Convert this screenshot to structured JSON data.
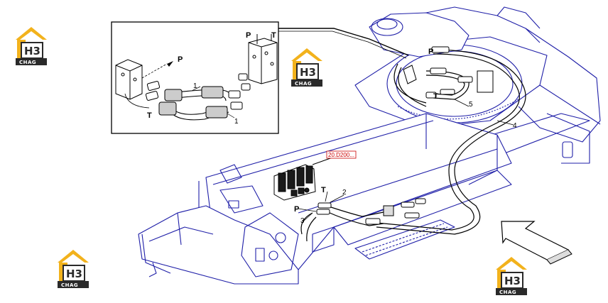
{
  "watermark": {
    "top": "H3",
    "bottom": "CHAG"
  },
  "colors": {
    "machine": "#1f1fa8",
    "hose": "#000000",
    "ref_box": "#cc0000",
    "logo_yellow": "#f2b21c",
    "logo_dark": "#2a2a2a"
  },
  "inset": {
    "labels": {
      "p_top": "P",
      "t_top": "T",
      "p_left": "P",
      "t_left": "T",
      "part1_a": "1",
      "part1_b": "1"
    }
  },
  "main": {
    "labels": {
      "p_upper": "P",
      "t_upper": "T",
      "part5": "5",
      "part4": "4",
      "t_lower": "T",
      "part2": "2",
      "p_lower": "P",
      "part3": "3"
    },
    "reference": "20.D200..."
  },
  "icons": {
    "direction": "arrow-icon",
    "logo": "h3-chag-logo-icon"
  }
}
